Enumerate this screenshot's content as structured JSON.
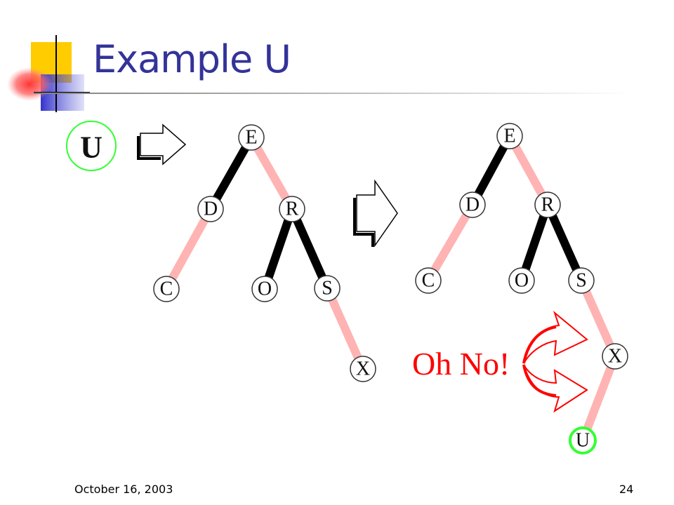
{
  "slide": {
    "title": "Example U",
    "footer_date": "October 16, 2003",
    "page_number": "24"
  },
  "colors": {
    "title": "#333399",
    "black_edge": "#000000",
    "red_edge": "#ffb3b3",
    "insert_ring": "#33ff33",
    "warning": "#ff0000"
  },
  "diagram": {
    "inserted_key": "U",
    "warning_text": "Oh No!",
    "tree_before": {
      "nodes": [
        "E",
        "D",
        "R",
        "C",
        "O",
        "S",
        "X"
      ],
      "edges": [
        {
          "from": "E",
          "to": "D",
          "color": "black"
        },
        {
          "from": "E",
          "to": "R",
          "color": "red"
        },
        {
          "from": "D",
          "to": "C",
          "color": "red"
        },
        {
          "from": "R",
          "to": "O",
          "color": "black"
        },
        {
          "from": "R",
          "to": "S",
          "color": "black"
        },
        {
          "from": "S",
          "to": "X",
          "color": "red"
        }
      ]
    },
    "tree_after": {
      "nodes": [
        "E",
        "D",
        "R",
        "C",
        "O",
        "S",
        "X",
        "U"
      ],
      "edges": [
        {
          "from": "E",
          "to": "D",
          "color": "black"
        },
        {
          "from": "E",
          "to": "R",
          "color": "red"
        },
        {
          "from": "D",
          "to": "C",
          "color": "red"
        },
        {
          "from": "R",
          "to": "O",
          "color": "black"
        },
        {
          "from": "R",
          "to": "S",
          "color": "black"
        },
        {
          "from": "S",
          "to": "X",
          "color": "red"
        },
        {
          "from": "X",
          "to": "U",
          "color": "red"
        }
      ],
      "highlighted_node": "U"
    }
  }
}
